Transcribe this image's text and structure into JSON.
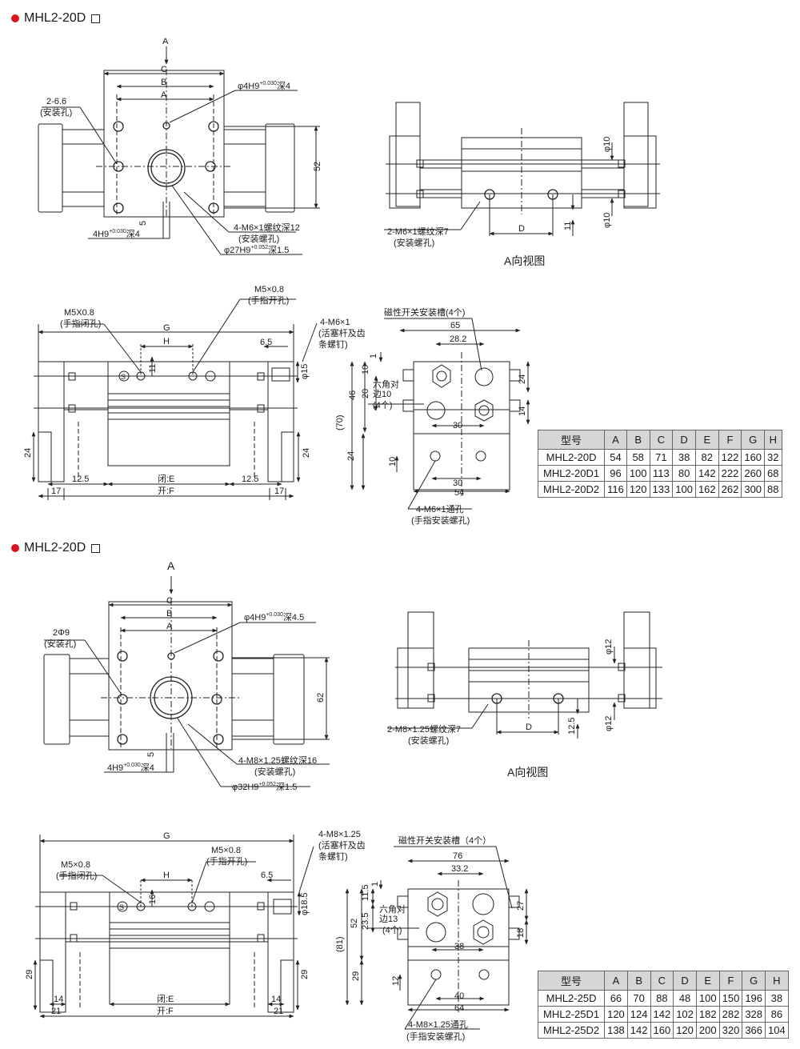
{
  "section1": {
    "title": "MHL2-20D",
    "front": {
      "arrow": "A",
      "dimC": "C",
      "dimB": "B",
      "dimA": "A",
      "dim52": "52",
      "dim5": "5",
      "mountHoles": "2-6.6",
      "mountHolesNote": "(安装孔)",
      "pinHoleTop": "φ4H9",
      "pinHoleTopTol": "+0.030",
      "pinHoleTopTol0": "0",
      "pinHoleTopDepth": "深4",
      "screwHoles": "4-M6×1螺纹深12",
      "screwHolesNote": "(安装螺孔)",
      "pinHoleBottom": "4H9",
      "pinHoleBottomTol": "+0.030",
      "pinHoleBottomTol0": "0",
      "pinHoleBottomDepth": "深4",
      "boreLabel": "φ27H9",
      "boreTol": "+0.052",
      "boreTol0": "0",
      "boreDepth": "深1.5"
    },
    "sideView": {
      "dia1": "φ10",
      "dia2": "φ10",
      "dimD": "D",
      "dim11": "11",
      "screw": "2-M6×1螺纹深7",
      "screwNote": "(安装螺孔)",
      "caption": "A向视图"
    },
    "lower": {
      "closeHole": "M5X0.8",
      "closeHoleNote": "(手指闭孔)",
      "openHole": "M5×0.8",
      "openHoleNote": "(手指开孔)",
      "pistonScrew": "4-M6×1",
      "pistonScrewNote1": "(活塞杆及齿",
      "pistonScrewNote2": "条螺钉)",
      "dimG": "G",
      "dimH": "H",
      "dim6_5": "6.5",
      "dim11": "11",
      "dia15": "φ15",
      "sMark": "S",
      "dim24L": "24",
      "dim24R": "24",
      "dim12_5L": "12.5",
      "dim12_5R": "12.5",
      "dim17L": "17",
      "dim17R": "17",
      "closeE": "闭:E",
      "openF": "开:F"
    },
    "end": {
      "slot": "磁性开关安装槽(4个)",
      "dim65": "65",
      "dim28_2": "28.2",
      "dim1": "1",
      "dim10": "10",
      "dim46": "46",
      "dim20": "20",
      "dim70": "(70)",
      "hex1": "六角对",
      "hex2": "边10",
      "hexCount": "(4个)",
      "dim24a": "24",
      "dim14": "14",
      "dim30a": "30",
      "dim24b": "24",
      "dim10b": "10",
      "dim30b": "30",
      "dim54": "54",
      "thru": "4-M6×1通孔",
      "thruNote": "(手指安装螺孔)"
    },
    "table": {
      "headers": [
        "型号",
        "A",
        "B",
        "C",
        "D",
        "E",
        "F",
        "G",
        "H"
      ],
      "rows": [
        [
          "MHL2-20D",
          "54",
          "58",
          "71",
          "38",
          "82",
          "122",
          "160",
          "32"
        ],
        [
          "MHL2-20D1",
          "96",
          "100",
          "113",
          "80",
          "142",
          "222",
          "260",
          "68"
        ],
        [
          "MHL2-20D2",
          "116",
          "120",
          "133",
          "100",
          "162",
          "262",
          "300",
          "88"
        ]
      ]
    }
  },
  "section2": {
    "title": "MHL2-20D",
    "front": {
      "arrow": "A",
      "dimC": "C",
      "dimB": "B",
      "dimA": "A",
      "dim62": "62",
      "dim5": "5",
      "mountHoles": "2Φ9",
      "mountHolesNote": "(安装孔)",
      "pinHoleTop": "φ4H9",
      "pinHoleTopTol": "+0.030",
      "pinHoleTopTol0": "0",
      "pinHoleTopDepth": "深4.5",
      "screwHoles": "4-M8×1.25螺纹深16",
      "screwHolesNote": "(安装螺孔)",
      "pinHoleBottom": "4H9",
      "pinHoleBottomTol": "+0.030",
      "pinHoleBottomTol0": "0",
      "pinHoleBottomDepth": "深4",
      "boreLabel": "φ32H9",
      "boreTol": "+0.052",
      "boreTol0": "0",
      "boreDepth": "深1.5"
    },
    "sideView": {
      "dia1": "φ12",
      "dia2": "φ12",
      "dimD": "D",
      "dim12_5": "12.5",
      "screw": "2-M8×1.25螺纹深7",
      "screwNote": "(安装螺孔)",
      "caption": "A向视图"
    },
    "lower": {
      "closeHole": "M5×0.8",
      "closeHoleNote": "(手指闭孔)",
      "openHole": "M5×0.8",
      "openHoleNote": "(手指开孔)",
      "pistonScrew": "4-M8×1.25",
      "pistonScrewNote1": "(活塞杆及齿",
      "pistonScrewNote2": "条螺钉)",
      "dimG": "G",
      "dimH": "H",
      "dim6_5": "6.5",
      "dim16": "16",
      "dia18_5": "φ18.5",
      "sMark": "S",
      "dim29L": "29",
      "dim29R": "29",
      "dim14L": "14",
      "dim14R": "14",
      "dim21L": "21",
      "dim21R": "21",
      "closeE": "闭:E",
      "openF": "开:F"
    },
    "end": {
      "slot": "磁性开关安装槽（4个）",
      "dim76": "76",
      "dim33_2": "33.2",
      "dim1": "1",
      "dim11_5": "11.5",
      "dim52": "52",
      "dim23_5": "23.5",
      "dim81": "(81)",
      "hex1": "六角对",
      "hex2": "边13",
      "hexCount": "(4个)",
      "dim27": "27",
      "dim18": "18",
      "dim38": "38",
      "dim29": "29",
      "dim12": "12",
      "dim40": "40",
      "dim64": "64",
      "thru": "4-M8×1.25通孔",
      "thruNote": "(手指安装螺孔)"
    },
    "table": {
      "headers": [
        "型号",
        "A",
        "B",
        "C",
        "D",
        "E",
        "F",
        "G",
        "H"
      ],
      "rows": [
        [
          "MHL2-25D",
          "66",
          "70",
          "88",
          "48",
          "100",
          "150",
          "196",
          "38"
        ],
        [
          "MHL2-25D1",
          "120",
          "124",
          "142",
          "102",
          "182",
          "282",
          "328",
          "86"
        ],
        [
          "MHL2-25D2",
          "138",
          "142",
          "160",
          "120",
          "200",
          "320",
          "366",
          "104"
        ]
      ]
    }
  }
}
